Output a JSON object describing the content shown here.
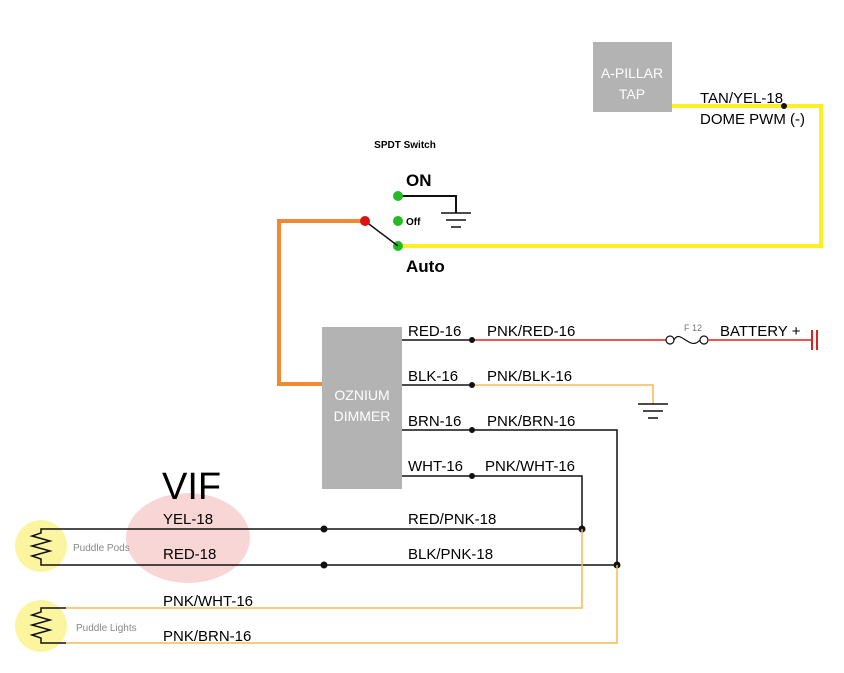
{
  "colors": {
    "yellow_wire": "#ffee22",
    "orange_wire": "#f08a30",
    "red_wire": "#e02020",
    "light_orange_wire": "#f4bb55",
    "black_wire": "#111111",
    "box_gray": "#b3b3b3",
    "switch_terminal_green": "#22bb22",
    "switch_terminal_red": "#dd1111",
    "bulb_yellow": "#fbf5a0",
    "vif_highlight": "#f9d6d6"
  },
  "switch": {
    "title": "SPDT Switch",
    "on_label": "ON",
    "off_label": "Off",
    "auto_label": "Auto"
  },
  "a_pillar": {
    "label_line1": "A-PILLAR",
    "label_line2": "TAP",
    "wire_label_line1": "TAN/YEL-18",
    "wire_label_line2": "DOME PWM (-)"
  },
  "dimmer": {
    "label_line1": "OZNIUM",
    "label_line2": "DIMMER",
    "outputs": [
      {
        "left": "RED-16",
        "right": "PNK/RED-16"
      },
      {
        "left": "BLK-16",
        "right": "PNK/BLK-16"
      },
      {
        "left": "BRN-16",
        "right": "PNK/BRN-16"
      },
      {
        "left": "WHT-16",
        "right": "PNK/WHT-16"
      }
    ]
  },
  "fuse": {
    "label": "F 12"
  },
  "battery": {
    "label": "BATTERY +"
  },
  "vif": {
    "title": "VIF",
    "wire1": "YEL-18",
    "wire2": "RED-18"
  },
  "puddle_pods": {
    "label": "Puddle Pods",
    "wire1": "RED/PNK-18",
    "wire2": "BLK/PNK-18"
  },
  "puddle_lights": {
    "label": "Puddle Lights",
    "wire1": "PNK/WHT-16",
    "wire2": "PNK/BRN-16"
  }
}
